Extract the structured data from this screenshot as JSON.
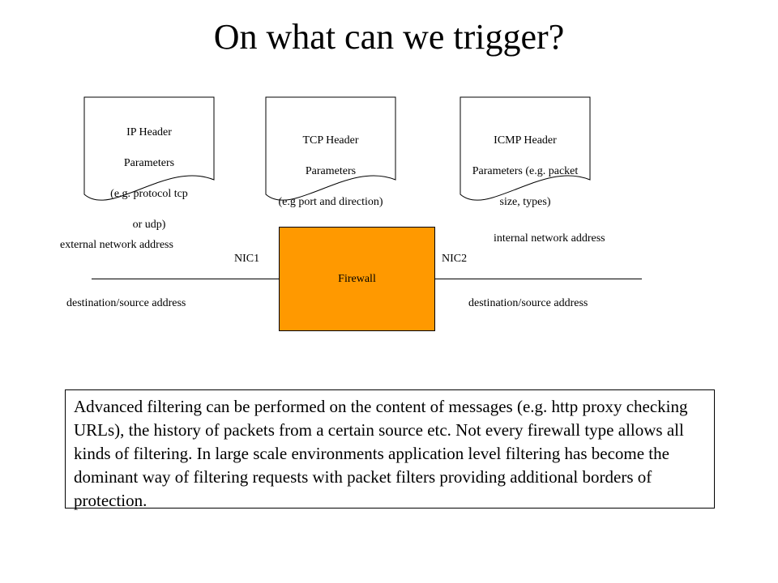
{
  "title": "On what can we trigger?",
  "documents": [
    {
      "lines": [
        "IP Header",
        "Parameters",
        "(e.g. protocol tcp",
        "or udp)"
      ]
    },
    {
      "lines": [
        "TCP Header",
        "Parameters",
        "(e.g port and direction)"
      ]
    },
    {
      "lines": [
        "ICMP Header",
        "Parameters (e.g. packet",
        "size, types)"
      ]
    }
  ],
  "labels": {
    "external_network_address": "external network address",
    "internal_network_address": "internal network address",
    "nic1": "NIC1",
    "nic2": "NIC2",
    "dest_source_left": "destination/source address",
    "dest_source_right": "destination/source address"
  },
  "firewall": {
    "label": "Firewall",
    "fill_color": "#ff9900"
  },
  "note": "Advanced filtering can be performed on the content of messages (e.g. http proxy checking URLs), the history of packets from a certain source etc. Not every firewall type allows all kinds of filtering. In large scale environments application level filtering has become the dominant way of filtering requests with packet filters providing additional borders of protection."
}
